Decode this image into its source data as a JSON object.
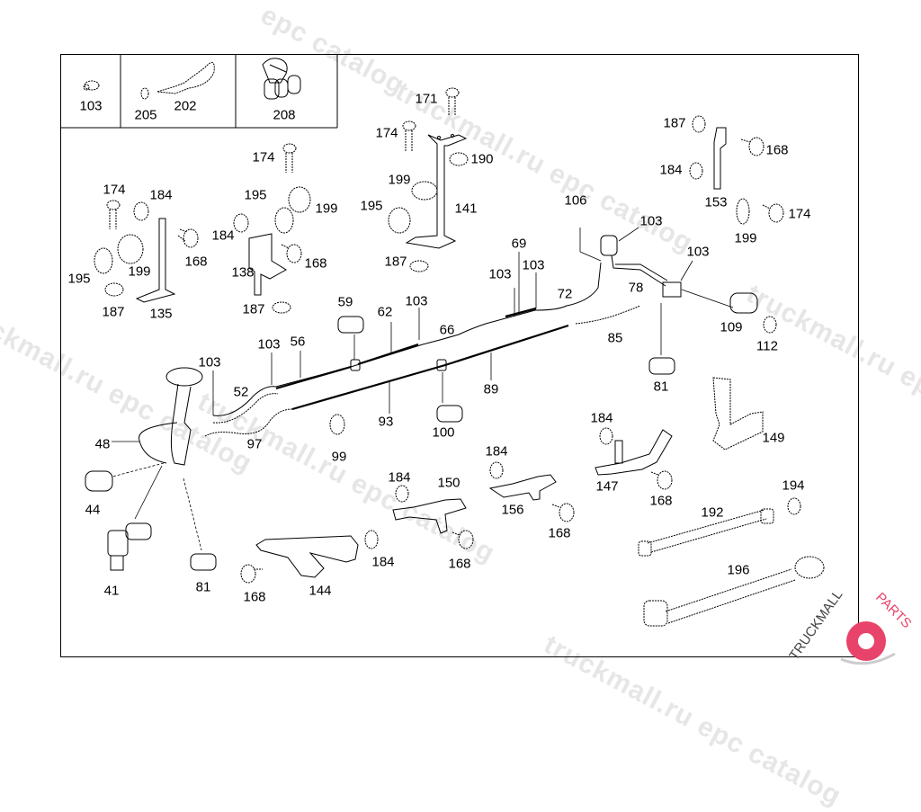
{
  "diagram": {
    "title": "Exploded parts diagram - pipe/hose assembly",
    "inset_boxes": [
      {
        "labels": [
          "103"
        ]
      },
      {
        "labels": [
          "205",
          "202"
        ]
      },
      {
        "labels": [
          "208"
        ]
      }
    ],
    "callouts": [
      {
        "id": "c171",
        "text": "171"
      },
      {
        "id": "c174a",
        "text": "174"
      },
      {
        "id": "c190",
        "text": "190"
      },
      {
        "id": "c199a",
        "text": "199"
      },
      {
        "id": "c195a",
        "text": "195"
      },
      {
        "id": "c141",
        "text": "141"
      },
      {
        "id": "c187a",
        "text": "187"
      },
      {
        "id": "c174b",
        "text": "174"
      },
      {
        "id": "c195b",
        "text": "195"
      },
      {
        "id": "c199b",
        "text": "199"
      },
      {
        "id": "c184a",
        "text": "184"
      },
      {
        "id": "c168a",
        "text": "168"
      },
      {
        "id": "c138",
        "text": "138"
      },
      {
        "id": "c187b",
        "text": "187"
      },
      {
        "id": "c174c",
        "text": "174"
      },
      {
        "id": "c184b",
        "text": "184"
      },
      {
        "id": "c168b",
        "text": "168"
      },
      {
        "id": "c195c",
        "text": "195"
      },
      {
        "id": "c199c",
        "text": "199"
      },
      {
        "id": "c187c",
        "text": "187"
      },
      {
        "id": "c135",
        "text": "135"
      },
      {
        "id": "c187d",
        "text": "187"
      },
      {
        "id": "c184c",
        "text": "184"
      },
      {
        "id": "c168c",
        "text": "168"
      },
      {
        "id": "c153",
        "text": "153"
      },
      {
        "id": "c199d",
        "text": "199"
      },
      {
        "id": "c174d",
        "text": "174"
      },
      {
        "id": "c106",
        "text": "106"
      },
      {
        "id": "c103a",
        "text": "103"
      },
      {
        "id": "c103b",
        "text": "103"
      },
      {
        "id": "c69",
        "text": "69"
      },
      {
        "id": "c103c",
        "text": "103"
      },
      {
        "id": "c103d",
        "text": "103"
      },
      {
        "id": "c72",
        "text": "72"
      },
      {
        "id": "c78",
        "text": "78"
      },
      {
        "id": "c109",
        "text": "109"
      },
      {
        "id": "c112",
        "text": "112"
      },
      {
        "id": "c85",
        "text": "85"
      },
      {
        "id": "c81a",
        "text": "81"
      },
      {
        "id": "c59",
        "text": "59"
      },
      {
        "id": "c62",
        "text": "62"
      },
      {
        "id": "c103e",
        "text": "103"
      },
      {
        "id": "c66",
        "text": "66"
      },
      {
        "id": "c103f",
        "text": "103"
      },
      {
        "id": "c56",
        "text": "56"
      },
      {
        "id": "c103g",
        "text": "103"
      },
      {
        "id": "c52",
        "text": "52"
      },
      {
        "id": "c89",
        "text": "89"
      },
      {
        "id": "c93",
        "text": "93"
      },
      {
        "id": "c100",
        "text": "100"
      },
      {
        "id": "c99",
        "text": "99"
      },
      {
        "id": "c97",
        "text": "97"
      },
      {
        "id": "c48",
        "text": "48"
      },
      {
        "id": "c44",
        "text": "44"
      },
      {
        "id": "c41",
        "text": "41"
      },
      {
        "id": "c81b",
        "text": "81"
      },
      {
        "id": "c168d",
        "text": "168"
      },
      {
        "id": "c144",
        "text": "144"
      },
      {
        "id": "c184d",
        "text": "184"
      },
      {
        "id": "c184e",
        "text": "184"
      },
      {
        "id": "c150",
        "text": "150"
      },
      {
        "id": "c168e",
        "text": "168"
      },
      {
        "id": "c184f",
        "text": "184"
      },
      {
        "id": "c156",
        "text": "156"
      },
      {
        "id": "c168f",
        "text": "168"
      },
      {
        "id": "c184g",
        "text": "184"
      },
      {
        "id": "c147",
        "text": "147"
      },
      {
        "id": "c168g",
        "text": "168"
      },
      {
        "id": "c149",
        "text": "149"
      },
      {
        "id": "c192",
        "text": "192"
      },
      {
        "id": "c194",
        "text": "194"
      },
      {
        "id": "c196",
        "text": "196"
      }
    ]
  },
  "watermark": {
    "text_a": "truckmall.ru epc catalog",
    "text_b": "epc catalog",
    "text_c": "truckmall.ru epc catalog"
  },
  "logo": {
    "text_main": "TRUCKMALL",
    "text_accent": "PARTS",
    "accent_color": "#e8436a"
  }
}
